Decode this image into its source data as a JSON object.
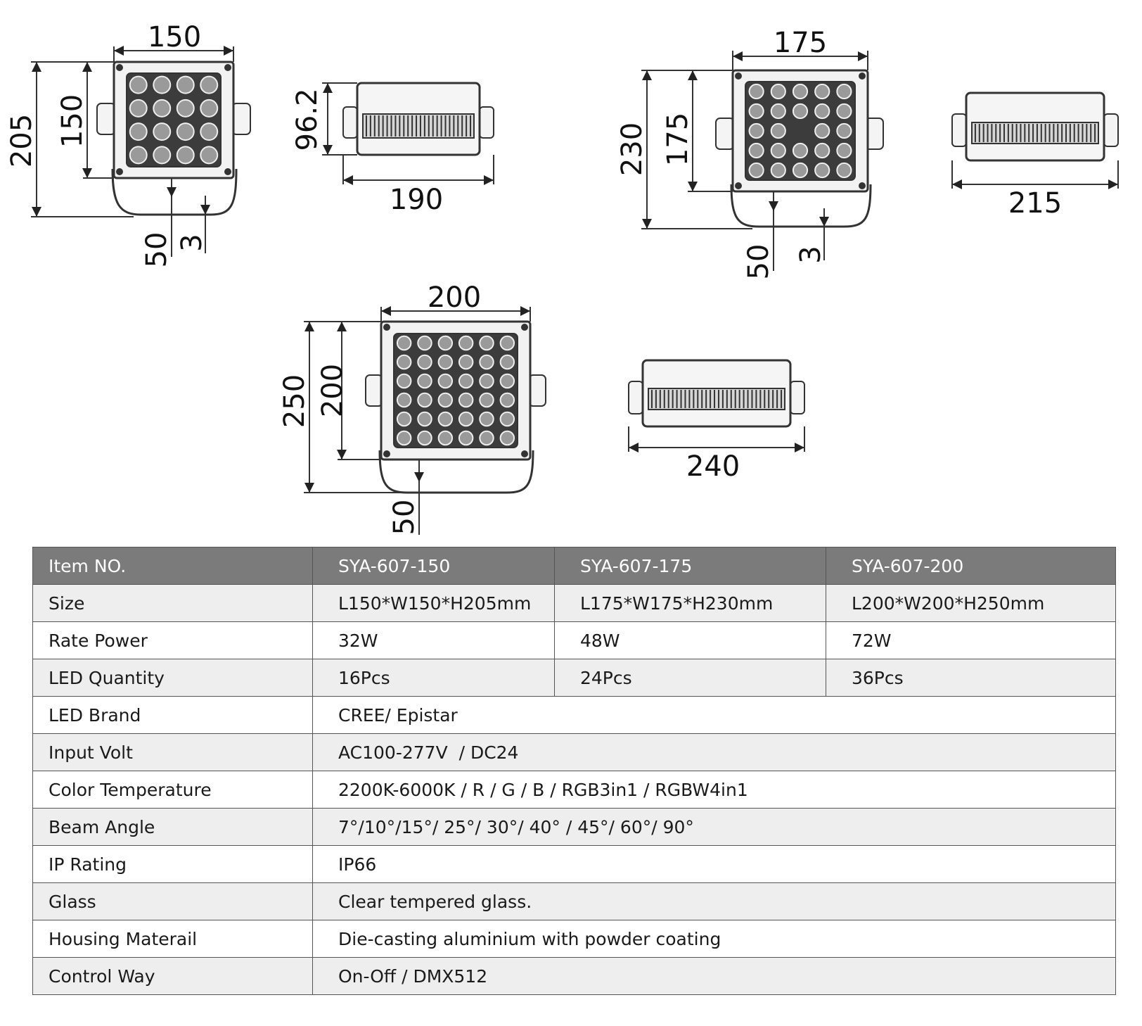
{
  "drawings": {
    "m150": {
      "width": "150",
      "height": "205",
      "face_height": "150",
      "depth": "96.2",
      "length": "190",
      "bracket": "50",
      "gap": "3"
    },
    "m175": {
      "width": "175",
      "height": "230",
      "face_height": "175",
      "length": "215",
      "bracket": "50",
      "gap": "3"
    },
    "m200": {
      "width": "200",
      "height": "250",
      "face_height": "200",
      "length": "240",
      "bracket": "50"
    }
  },
  "table": {
    "header": {
      "label": "Item NO.",
      "models": [
        "SYA-607-150",
        "SYA-607-175",
        "SYA-607-200"
      ]
    },
    "rows": [
      {
        "label": "Size",
        "values": [
          "L150*W150*H205mm",
          "L175*W175*H230mm",
          "L200*W200*H250mm"
        ]
      },
      {
        "label": "Rate Power",
        "values": [
          "32W",
          "48W",
          "72W"
        ]
      },
      {
        "label": "LED Quantity",
        "values": [
          "16Pcs",
          "24Pcs",
          "36Pcs"
        ]
      },
      {
        "label": "LED Brand",
        "value": "CREE/ Epistar"
      },
      {
        "label": "Input Volt",
        "value": "AC100-277V  / DC24"
      },
      {
        "label": "Color Temperature",
        "value": "2200K-6000K / R / G / B / RGB3in1 / RGBW4in1"
      },
      {
        "label": "Beam Angle",
        "value": "7°/10°/15°/ 25°/ 30°/ 40° / 45°/ 60°/ 90°"
      },
      {
        "label": "IP Rating",
        "value": "IP66"
      },
      {
        "label": "Glass",
        "value": "Clear tempered glass."
      },
      {
        "label": "Housing Materail",
        "value": "Die-casting aluminium with powder coating"
      },
      {
        "label": "Control Way",
        "value": "On-Off / DMX512"
      }
    ]
  }
}
